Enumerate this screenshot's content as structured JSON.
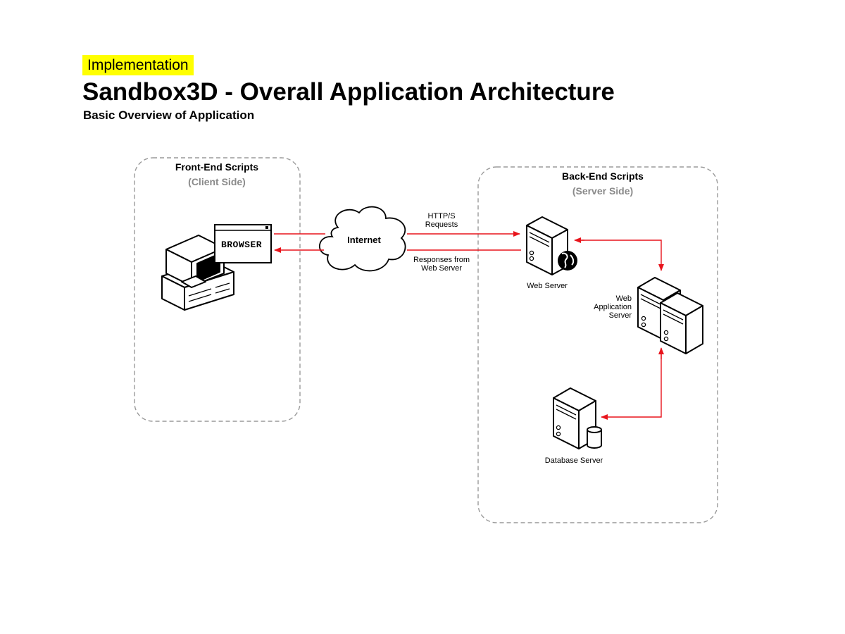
{
  "header": {
    "badge": "Implementation",
    "title": "Sandbox3D - Overall Application Architecture",
    "subtitle": "Basic Overview of Application"
  },
  "diagram": {
    "groups": {
      "frontend": {
        "title": "Front-End Scripts",
        "subtitle": "(Client Side)"
      },
      "backend": {
        "title": "Back-End Scripts",
        "subtitle": "(Server Side)"
      }
    },
    "nodes": {
      "browser": "BROWSER",
      "internet": "Internet",
      "web_server": "Web Server",
      "web_app_server": [
        "Web",
        "Application",
        "Server"
      ],
      "database_server": "Database Server"
    },
    "edges": {
      "requests": [
        "HTTP/S",
        "Requests"
      ],
      "responses": [
        "Responses from",
        "Web Server"
      ]
    },
    "colors": {
      "arrow": "#e8141c",
      "group_border": "#9a9a9a",
      "badge": "#ffff00"
    }
  }
}
